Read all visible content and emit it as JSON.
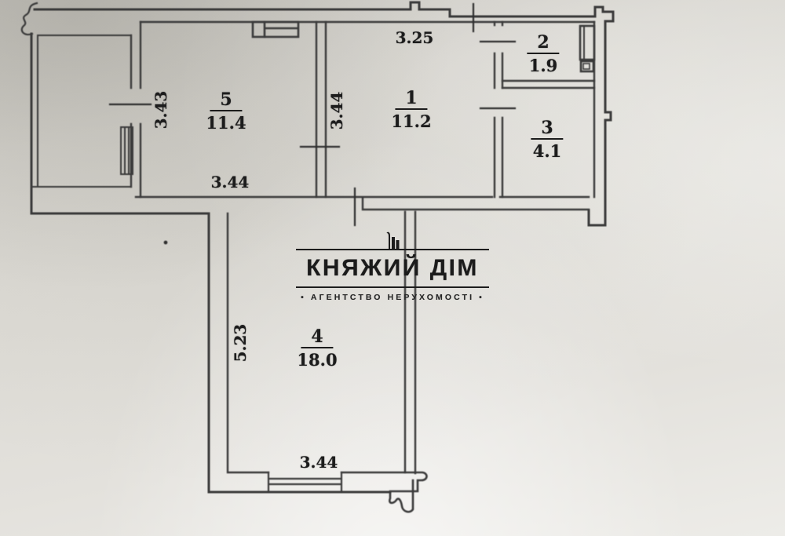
{
  "watermark": {
    "title": "КНЯЖИЙ ДІМ",
    "subtitle": "• АГЕНТСТВО НЕРУХОМОСТІ •"
  },
  "rooms": [
    {
      "number": "1",
      "area": "11.2"
    },
    {
      "number": "2",
      "area": "1.9"
    },
    {
      "number": "3",
      "area": "4.1"
    },
    {
      "number": "4",
      "area": "18.0"
    },
    {
      "number": "5",
      "area": "11.4"
    }
  ],
  "dims": {
    "room5_left": "3.43",
    "room5_bottom": "3.44",
    "room1_top": "3.25",
    "room1_left": "3.44",
    "room4_left": "5.23",
    "room4_bottom": "3.44"
  },
  "colors": {
    "paper": "#dddbd5",
    "ink": "#3a3a3a",
    "text": "#1c1c1c"
  }
}
